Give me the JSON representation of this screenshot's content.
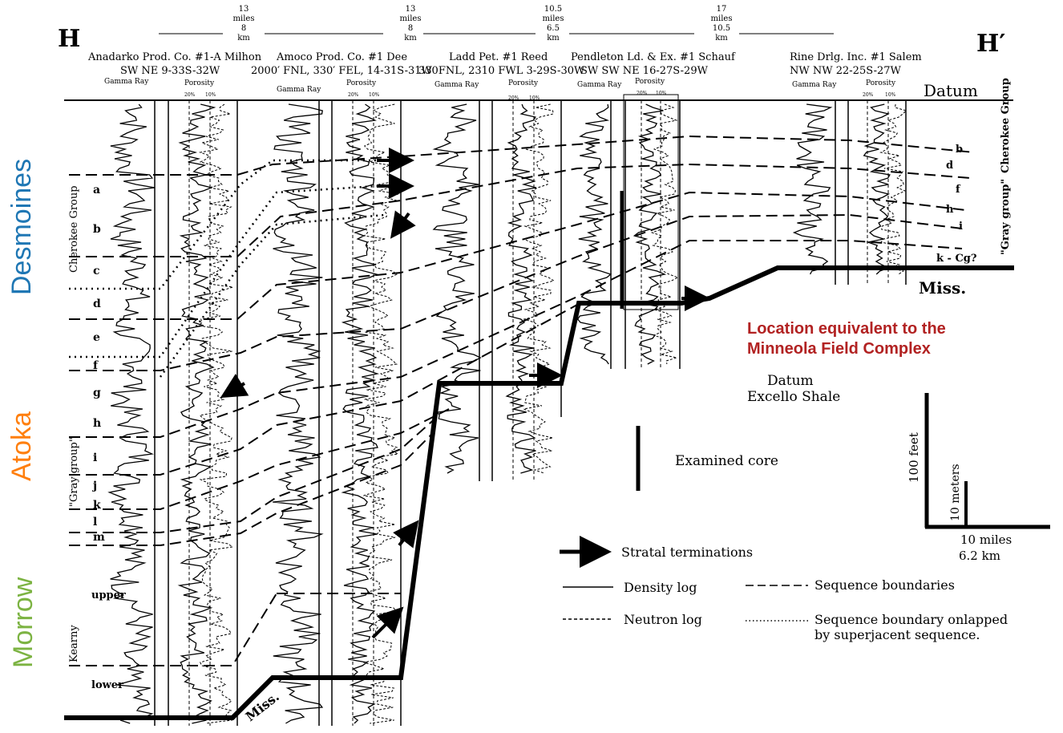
{
  "section": {
    "left_label": "H",
    "right_label": "H′"
  },
  "distances": [
    {
      "lines": [
        "13",
        "miles",
        "8",
        "km"
      ]
    },
    {
      "lines": [
        "13",
        "miles",
        "8",
        "km"
      ]
    },
    {
      "lines": [
        "10.5",
        "miles",
        "6.5",
        "km"
      ]
    },
    {
      "lines": [
        "17",
        "miles",
        "10.5",
        "km"
      ]
    }
  ],
  "wells": [
    {
      "name": "Anadarko Prod. Co. #1-A Milhon",
      "loc": "SW NE 9-33S-32W",
      "log1": "Gamma Ray",
      "log2": "Porosity",
      "scale": [
        "20%",
        "10%"
      ]
    },
    {
      "name": "Amoco Prod. Co. #1 Dee",
      "loc": "2000′ FNL, 330′ FEL, 14-31S-31W",
      "log1": "Gamma Ray",
      "log2": "Porosity",
      "scale": [
        "20%",
        "10%"
      ]
    },
    {
      "name": "Ladd Pet. #1 Reed",
      "loc": "330FNL, 2310 FWL 3-29S-30W",
      "log1": "Gamma Ray",
      "log2": "Porosity",
      "scale": [
        "20%",
        "10%"
      ]
    },
    {
      "name": "Pendleton Ld. & Ex. #1 Schauf",
      "loc": "SW SW NE 16-27S-29W",
      "log1": "Gamma Ray",
      "log2": "Porosity",
      "scale": [
        "20%",
        "10%"
      ]
    },
    {
      "name": "Rine Drlg. Inc. #1 Salem",
      "loc": "NW NW 22-25S-27W",
      "log1": "Gamma Ray",
      "log2": "Porosity",
      "scale": [
        "20%",
        "10%"
      ]
    }
  ],
  "datum": "Datum",
  "ages": {
    "desmoines": "Desmoines",
    "atoka": "Atoka",
    "morrow": "Morrow"
  },
  "age_colors": {
    "desmoines": "#1f77b4",
    "atoka": "#ff7f0e",
    "morrow": "#7cb342"
  },
  "left_groups": {
    "cherokee": "Cherokee Group",
    "gray": "\"Gray group\"",
    "kearny": "Kearny"
  },
  "left_letters": [
    "a",
    "b",
    "c",
    "d",
    "e",
    "f",
    "g",
    "h",
    "i",
    "j",
    "k",
    "l",
    "m"
  ],
  "kearny_units": [
    "upper",
    "lower"
  ],
  "right_groups": {
    "cherokee": "Cherokee Group",
    "gray": "\"Gray group\""
  },
  "right_letters": [
    "b",
    "d",
    "f",
    "h",
    "i",
    "k - Cg?"
  ],
  "miss": "Miss.",
  "highlight_note": [
    "Location equivalent to the",
    "Minneola Field Complex"
  ],
  "highlight_color": "#b22222",
  "datum_note": [
    "Datum",
    "Excello Shale"
  ],
  "core_label": "Examined core",
  "scale_bar": {
    "vertical_ft": "100 feet",
    "vertical_m": "10 meters",
    "horizontal_mi": "10 miles",
    "horizontal_km": "6.2 km"
  },
  "legend": {
    "stratal": "Stratal terminations",
    "density": "Density log",
    "neutron": "Neutron log",
    "sequence": "Sequence boundaries",
    "onlapped_1": "Sequence boundary onlapped",
    "onlapped_2": "by superjacent sequence."
  }
}
